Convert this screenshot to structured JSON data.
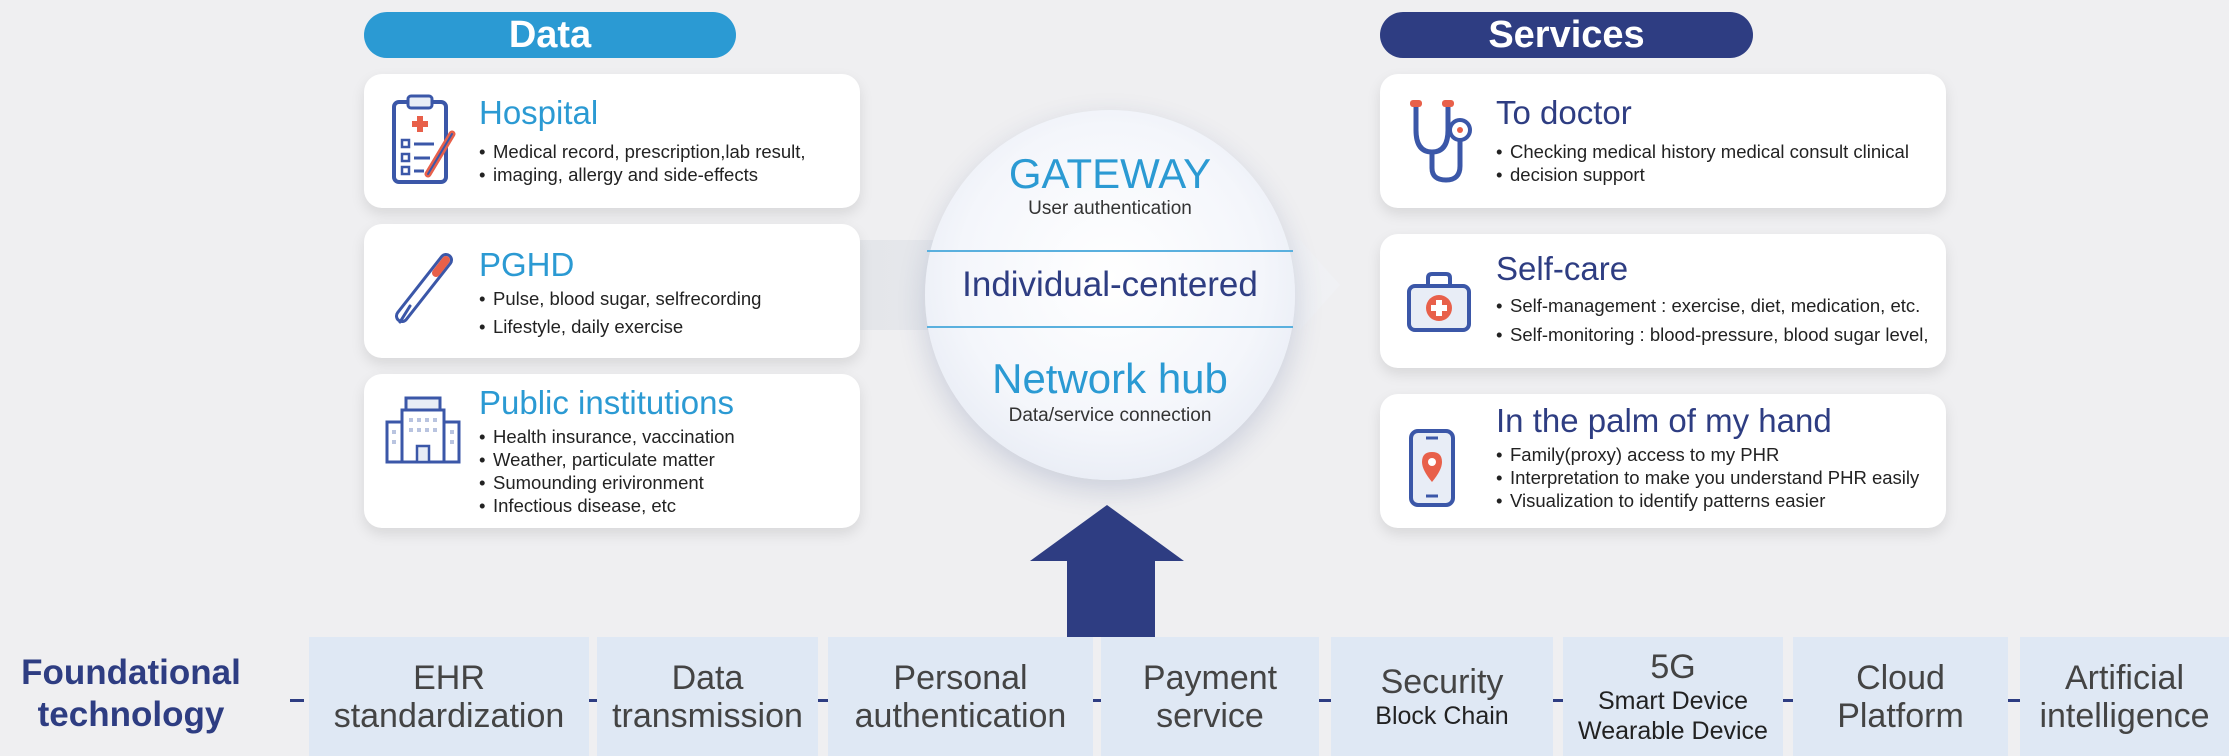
{
  "headers": {
    "data": "Data",
    "services": "Services"
  },
  "data_cards": [
    {
      "title": "Hospital",
      "icon": "clipboard-icon",
      "bullets": [
        "Medical record, prescription,lab result,",
        "imaging, allergy and side-effects"
      ]
    },
    {
      "title": "PGHD",
      "icon": "thermometer-icon",
      "bullets": [
        "Pulse, blood sugar, selfrecording",
        "Lifestyle, daily exercise"
      ]
    },
    {
      "title": "Public institutions",
      "icon": "building-icon",
      "bullets": [
        "Health insurance, vaccination",
        "Weather, particulate matter",
        "Sumounding erivironment",
        "Infectious disease, etc"
      ]
    }
  ],
  "service_cards": [
    {
      "title": "To doctor",
      "icon": "stethoscope-icon",
      "bullets": [
        "Checking medical history medical consult clinical",
        "decision support"
      ]
    },
    {
      "title": "Self-care",
      "icon": "first-aid-kit-icon",
      "bullets": [
        "Self-management : exercise, diet, medication, etc.",
        "Self-monitoring : blood-pressure, blood sugar level,"
      ]
    },
    {
      "title": "In the palm of my hand",
      "icon": "smartphone-location-icon",
      "bullets": [
        "Family(proxy) access to my PHR",
        "Interpretation to make you understand PHR easily",
        "Visualization to identify patterns easier"
      ]
    }
  ],
  "hub": {
    "gateway": "GATEWAY",
    "gateway_sub": "User authentication",
    "center": "Individual-centered",
    "network": "Network hub",
    "network_sub": "Data/service connection"
  },
  "foundation": {
    "title_line1": "Foundational",
    "title_line2": "technology",
    "items": [
      {
        "line1": "EHR",
        "line2": "standardization"
      },
      {
        "line1": "Data",
        "line2": "transmission"
      },
      {
        "line1": "Personal",
        "line2": "authentication"
      },
      {
        "line1": "Payment",
        "line2": "service"
      },
      {
        "line1": "Security",
        "small": [
          "Block Chain"
        ]
      },
      {
        "line1": "5G",
        "small": [
          "Smart Device",
          "Wearable Device"
        ]
      },
      {
        "line1": "Cloud",
        "line2": "Platform"
      },
      {
        "line1": "Artificial",
        "line2": "intelligence"
      }
    ]
  },
  "colors": {
    "light_blue": "#2b9ad3",
    "navy": "#2e3d82",
    "band": "#dfe8f4",
    "accent_red": "#e8604a"
  }
}
